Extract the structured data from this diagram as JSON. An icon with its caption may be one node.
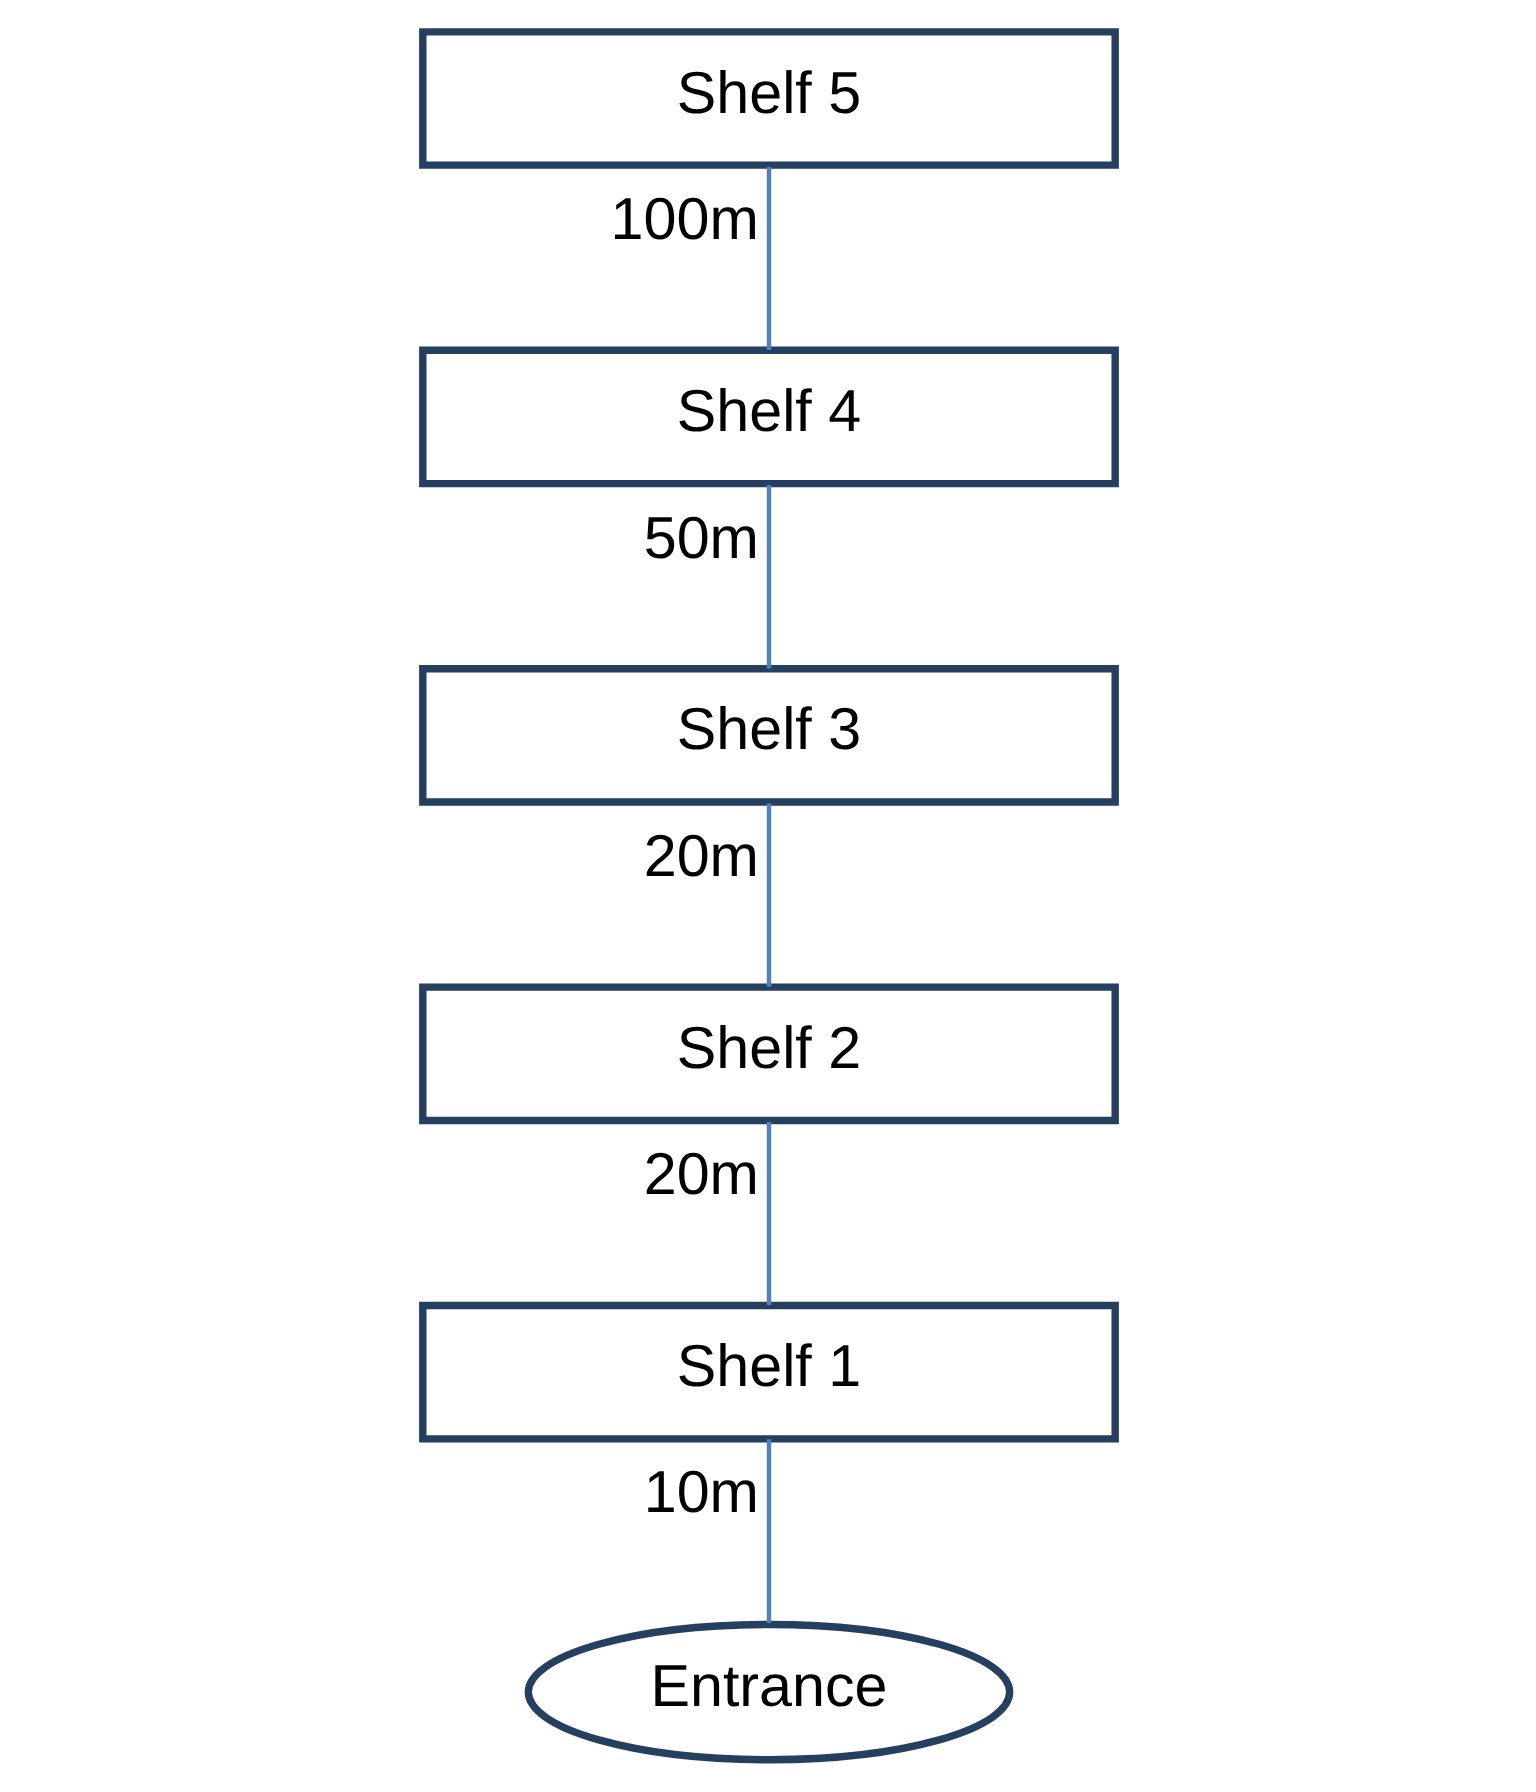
{
  "diagram": {
    "nodes": [
      {
        "text": [
          "Shelf 5"
        ]
      },
      {
        "text": [
          "Shelf 4"
        ]
      },
      {
        "text": [
          "Shelf 3"
        ]
      },
      {
        "text": [
          "Shelf 2"
        ]
      },
      {
        "text": [
          "Shelf 1"
        ]
      },
      {
        "text": [
          "Entrance"
        ]
      }
    ],
    "edges": [
      {
        "from": 0,
        "to": 1,
        "arrow": "none",
        "label": "100m"
      },
      {
        "from": 1,
        "to": 2,
        "arrow": "none",
        "label": "50m"
      },
      {
        "from": 2,
        "to": 3,
        "arrow": "none",
        "label": "20m"
      },
      {
        "from": 3,
        "to": 4,
        "arrow": "none",
        "label": "20m"
      },
      {
        "from": 4,
        "to": 5,
        "arrow": "none",
        "label": "10m"
      }
    ]
  }
}
